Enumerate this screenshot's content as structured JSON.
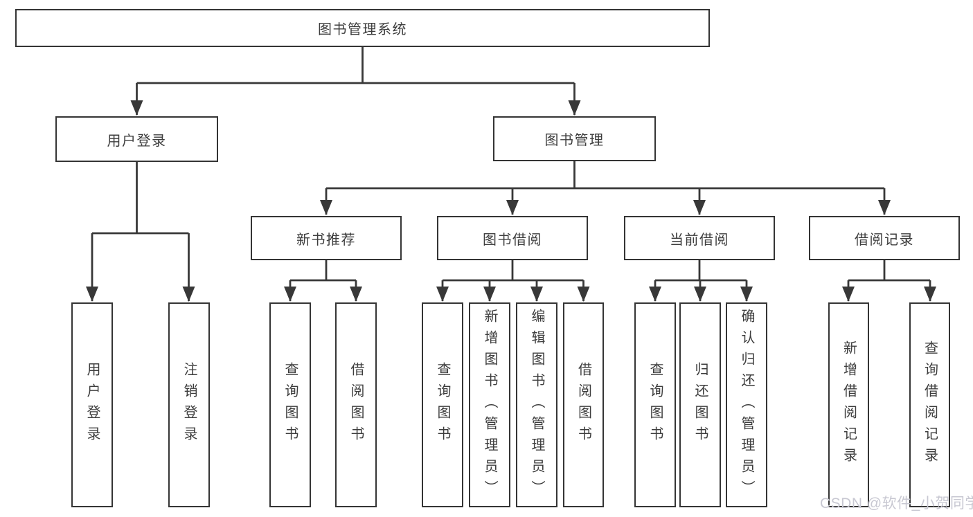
{
  "tree": {
    "root": {
      "label": "图书管理系统"
    },
    "level2": [
      {
        "label": "用户登录",
        "children": [
          {
            "label": "用户登录"
          },
          {
            "label": "注销登录"
          }
        ]
      },
      {
        "label": "图书管理"
      }
    ],
    "level3": [
      {
        "label": "新书推荐",
        "children": [
          {
            "label": "查询图书"
          },
          {
            "label": "借阅图书"
          }
        ]
      },
      {
        "label": "图书借阅",
        "children": [
          {
            "label": "查询图书"
          },
          {
            "label": "新增图书（管理员）"
          },
          {
            "label": "编辑图书（管理员）"
          },
          {
            "label": "借阅图书"
          }
        ]
      },
      {
        "label": "当前借阅",
        "children": [
          {
            "label": "查询图书"
          },
          {
            "label": "归还图书"
          },
          {
            "label": "确认归还（管理员）"
          }
        ]
      },
      {
        "label": "借阅记录",
        "children": [
          {
            "label": "新增借阅记录"
          },
          {
            "label": "查询借阅记录"
          }
        ]
      }
    ]
  },
  "watermark": {
    "text": "CSDN @软件_小贺同学"
  },
  "colors": {
    "line": "#383838",
    "box_border": "#343434",
    "box_fill": "#ffffff",
    "text": "#3d3d3d",
    "watermark": "#c8c8d2",
    "background": "#ffffff"
  }
}
